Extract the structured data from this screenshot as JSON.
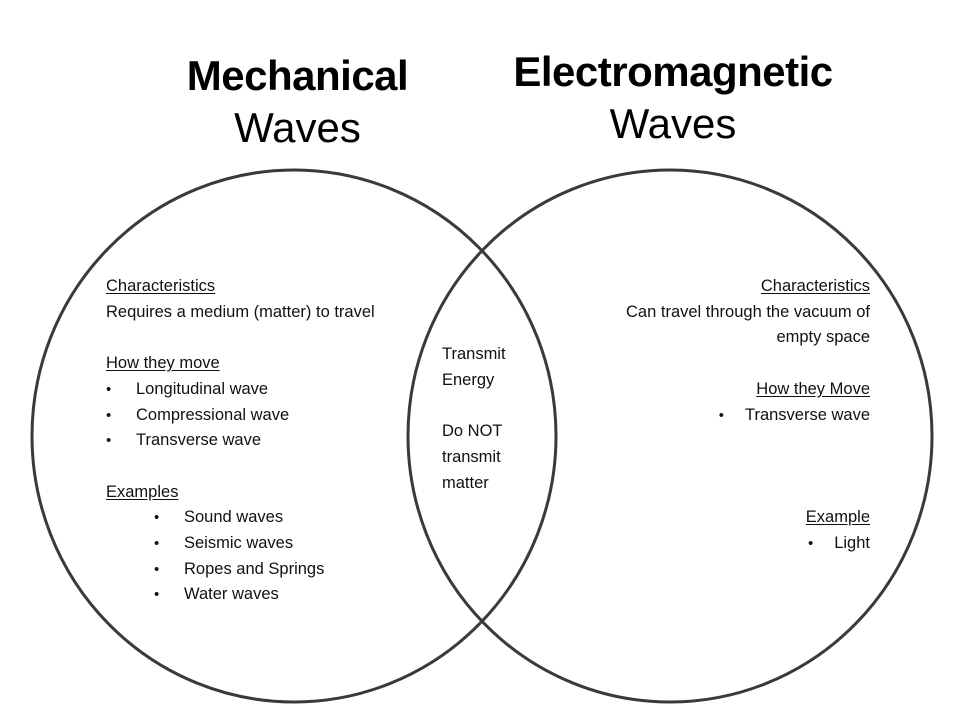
{
  "diagram": {
    "type": "venn",
    "circle_stroke_color": "#3a3a3a",
    "background_color": "#ffffff"
  },
  "left": {
    "title_bold": "Mechanical",
    "title_regular": "Waves",
    "characteristics_heading": "Characteristics",
    "characteristics_text": "Requires a medium (matter)  to travel",
    "move_heading": "How they move",
    "move_items": [
      "Longitudinal wave",
      "Compressional wave",
      "Transverse wave"
    ],
    "examples_heading": "Examples",
    "example_items": [
      "Sound waves",
      "Seismic waves",
      "Ropes and Springs",
      "Water waves"
    ]
  },
  "middle": {
    "line1": "Transmit",
    "line2": "Energy",
    "line3": "Do NOT",
    "line4": "transmit",
    "line5": "matter"
  },
  "right": {
    "title_bold": "Electromagnetic",
    "title_regular": "Waves",
    "characteristics_heading": "Characteristics",
    "characteristics_line1": "Can travel through the vacuum of",
    "characteristics_line2": "empty space",
    "move_heading": "How they Move",
    "move_items": [
      "Transverse wave"
    ],
    "example_heading": "Example",
    "example_items": [
      "Light"
    ]
  },
  "bullet_glyph": "•"
}
